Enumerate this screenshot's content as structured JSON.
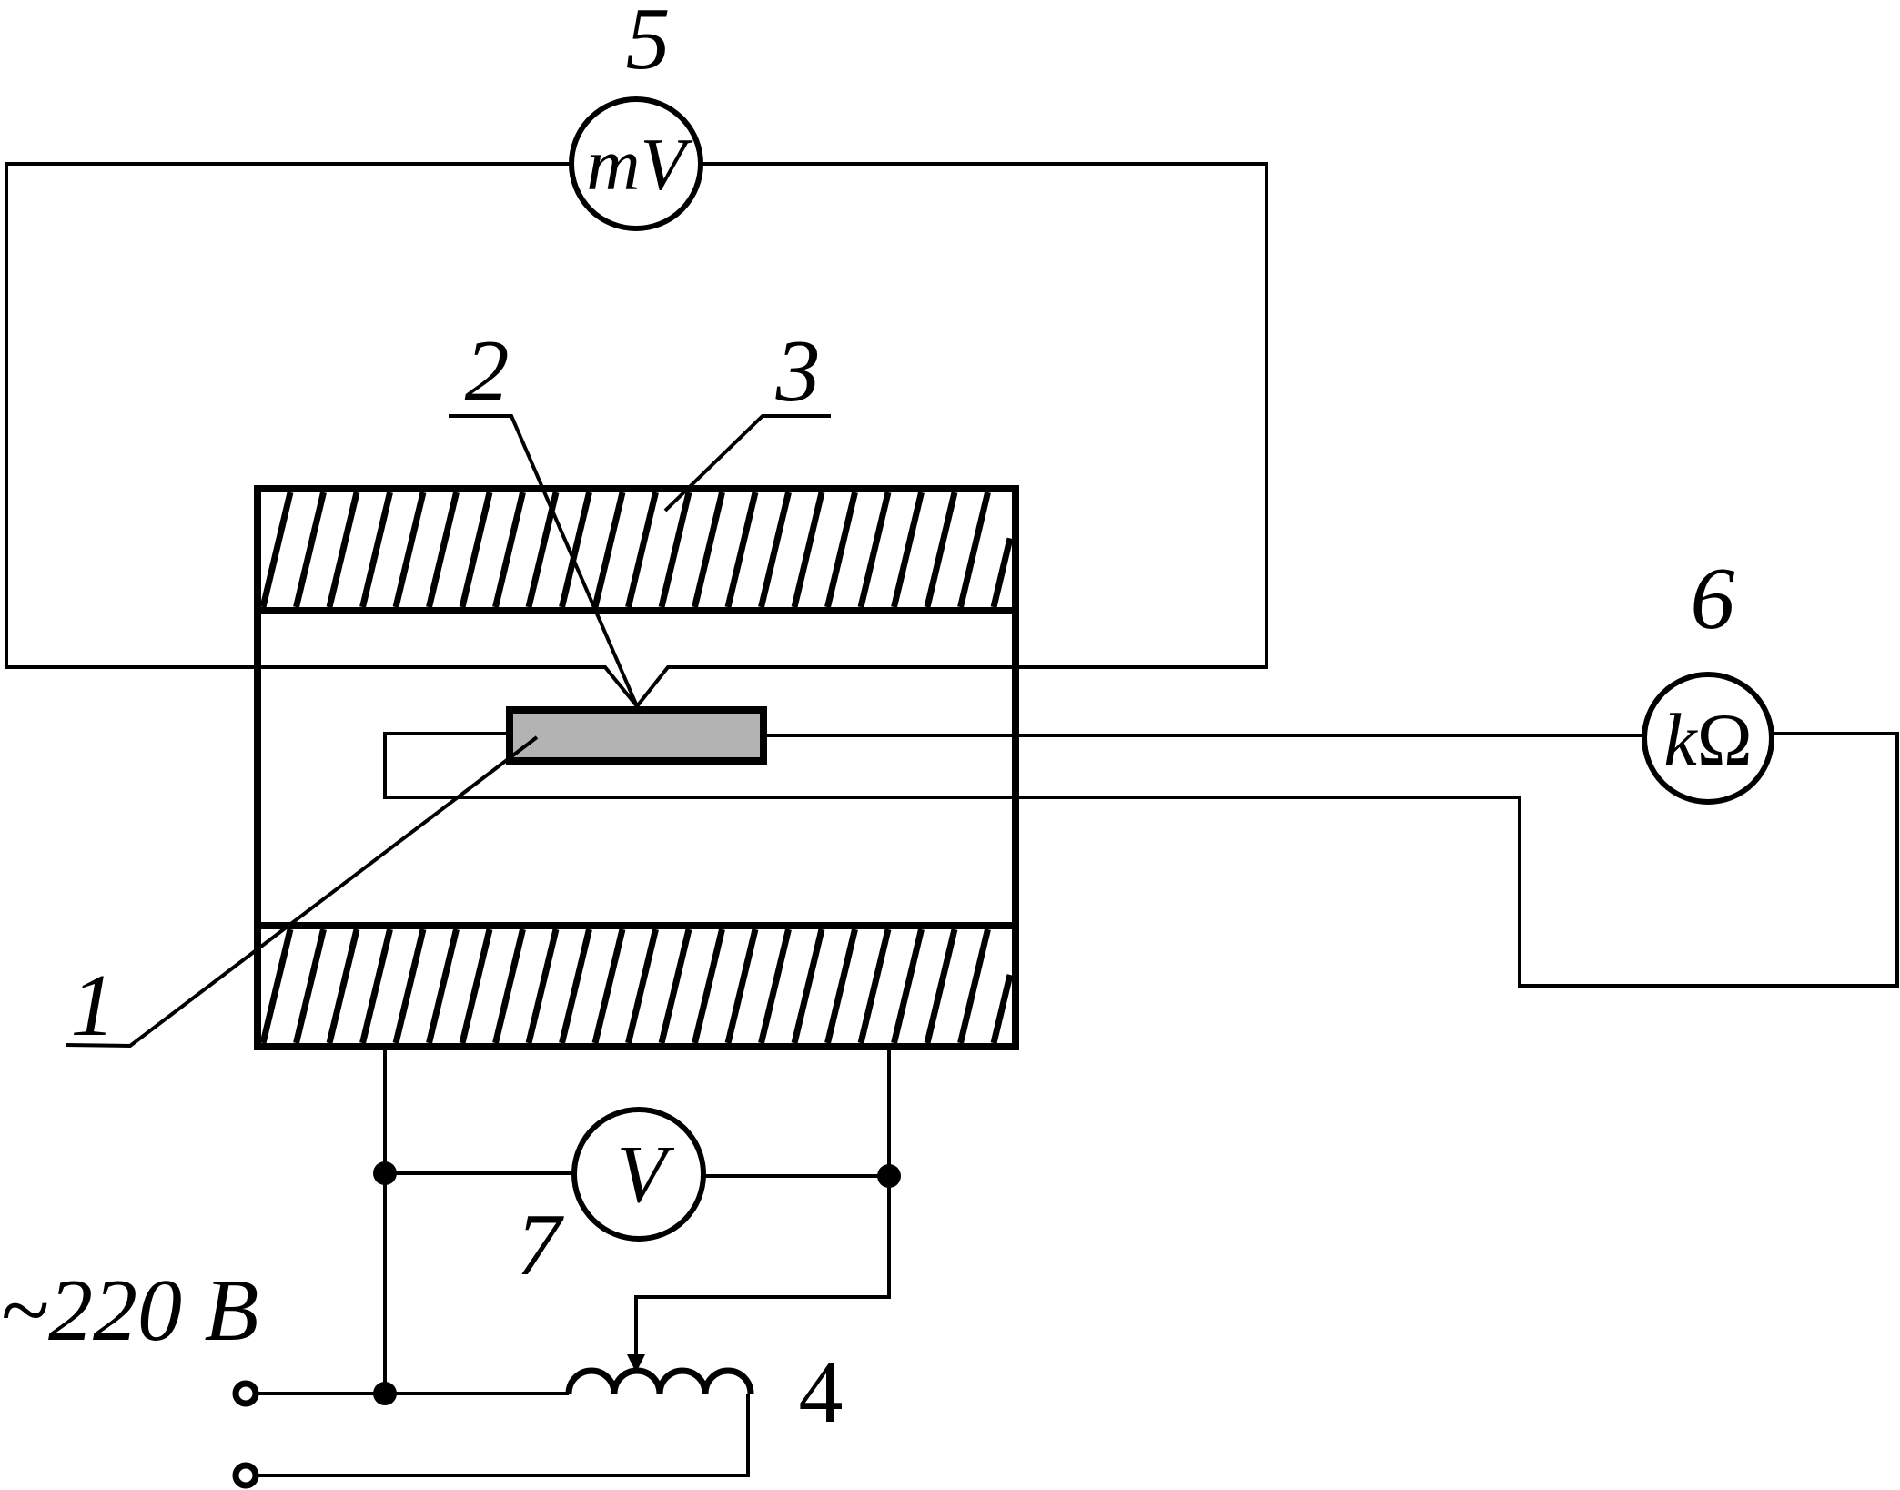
{
  "labels": {
    "furnace": "1",
    "sample": "2",
    "thermocouple": "3",
    "autotransformer": "4",
    "millivoltmeter": "5",
    "ohmmeter": "6",
    "voltmeter": "7"
  },
  "meters": {
    "millivoltmeter": "mV",
    "ohmmeter_prefix": "k",
    "ohmmeter_unit": "Ω",
    "voltmeter": "V"
  },
  "supply": "~220 В",
  "colors": {
    "line": "#000000",
    "sample_fill": "#b3b3b3",
    "background": "#ffffff"
  }
}
